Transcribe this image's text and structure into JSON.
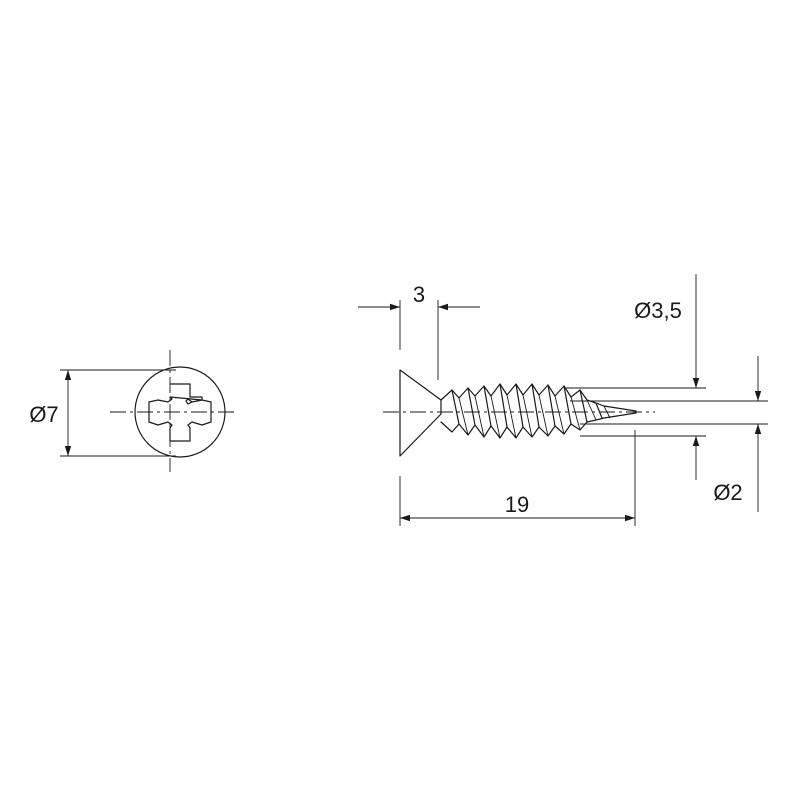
{
  "drawing": {
    "head_diameter_label": "Ø7",
    "head_height_label": "3",
    "thread_diameter_label": "Ø3,5",
    "core_diameter_label": "Ø2",
    "length_label": "19"
  },
  "colors": {
    "line": "#1a1a1a",
    "background": "#ffffff"
  }
}
